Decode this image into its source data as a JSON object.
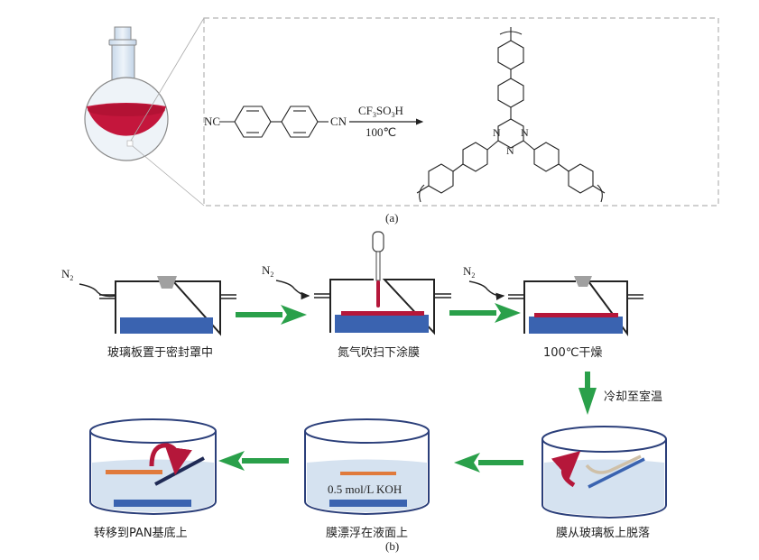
{
  "panel_a": {
    "label": "(a)",
    "reactant": {
      "left_group": "NC",
      "right_group": "CN"
    },
    "reagent": {
      "acid_main": "CF",
      "acid_sub1": "3",
      "acid_mid": "SO",
      "acid_sub2": "3",
      "acid_end": "H"
    },
    "condition": "100℃",
    "product_atoms": [
      "N",
      "N",
      "N"
    ]
  },
  "panel_b": {
    "label": "(b)",
    "gas_label": "N",
    "gas_sub": "2",
    "steps": [
      {
        "caption": "玻璃板置于密封罩中"
      },
      {
        "caption": "氮气吹扫下涂膜"
      },
      {
        "caption": "100℃干燥"
      },
      {
        "caption": "膜从玻璃板上脱落"
      },
      {
        "caption": "膜漂浮在液面上"
      },
      {
        "caption": "转移到PAN基底上"
      }
    ],
    "cooling_label": "冷却至室温",
    "solution_label": "0.5 mol/L KOH"
  },
  "colors": {
    "flask_liquid": "#c4163c",
    "glass_plate": "#3a63b0",
    "film_red": "#b5173a",
    "film_orange": "#e07a3c",
    "arrow_green": "#2aa04a",
    "dish_outline": "#2b3f7a",
    "water": "#d5e2f0",
    "cap_gray": "#a0a0a0"
  }
}
